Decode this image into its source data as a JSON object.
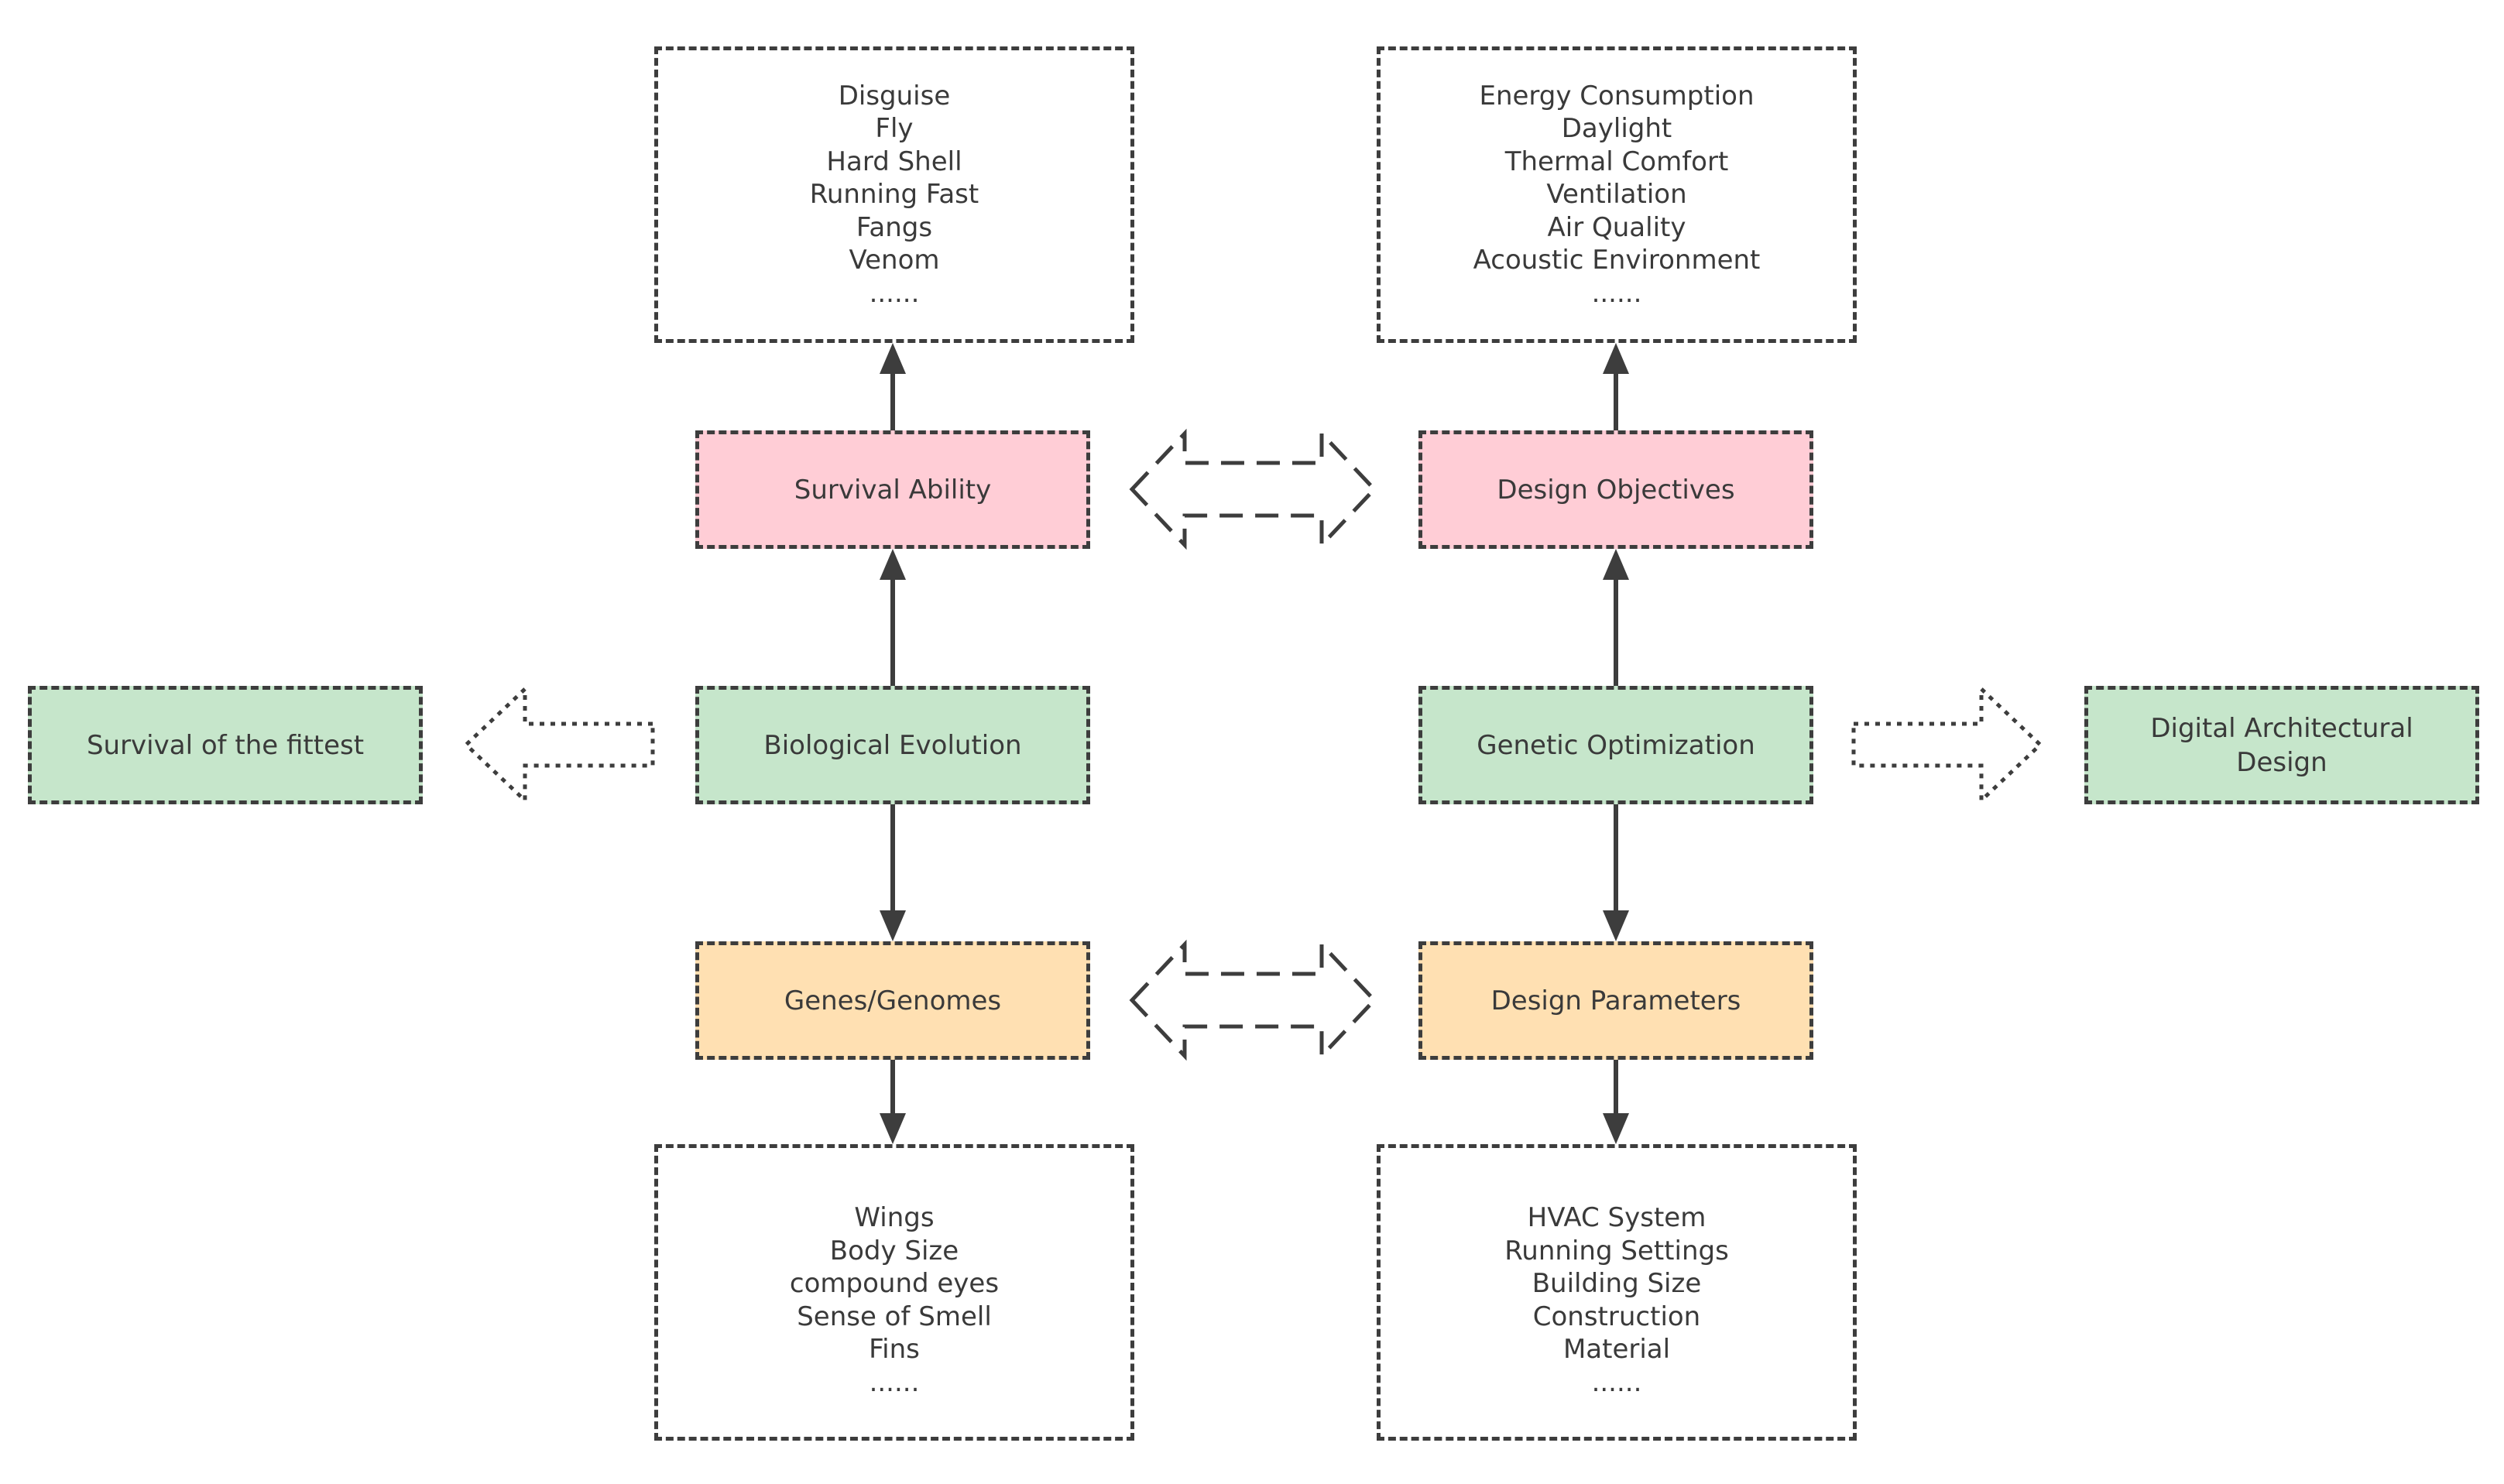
{
  "nodes": {
    "traits": {
      "items": [
        "Disguise",
        "Fly",
        "Hard Shell",
        "Running Fast",
        "Fangs",
        "Venom",
        "......"
      ]
    },
    "objectives_list": {
      "items": [
        "Energy Consumption",
        "Daylight",
        "Thermal Comfort",
        "Ventilation",
        "Air Quality",
        "Acoustic Environment",
        "......"
      ]
    },
    "survival_ability": {
      "label": "Survival Ability"
    },
    "design_objectives": {
      "label": "Design Objectives"
    },
    "survival_fittest": {
      "label": "Survival of the fittest"
    },
    "biological_evolution": {
      "label": "Biological Evolution"
    },
    "genetic_optimization": {
      "label": "Genetic Optimization"
    },
    "digital_design": {
      "label": "Digital Architectural\nDesign"
    },
    "genes": {
      "label": "Genes/Genomes"
    },
    "design_parameters": {
      "label": "Design Parameters"
    },
    "gene_examples": {
      "items": [
        "Wings",
        "Body Size",
        "compound eyes",
        "Sense of Smell",
        "Fins",
        "......"
      ]
    },
    "parameter_examples": {
      "items": [
        "HVAC System",
        "Running Settings",
        "Building Size",
        "Construction",
        "Material",
        "......"
      ]
    }
  },
  "colors": {
    "pink": "#ffcdd6",
    "green": "#c6e6cb",
    "orange": "#ffe0b2",
    "border": "#3d3d3d",
    "text": "#3a3a3a"
  }
}
